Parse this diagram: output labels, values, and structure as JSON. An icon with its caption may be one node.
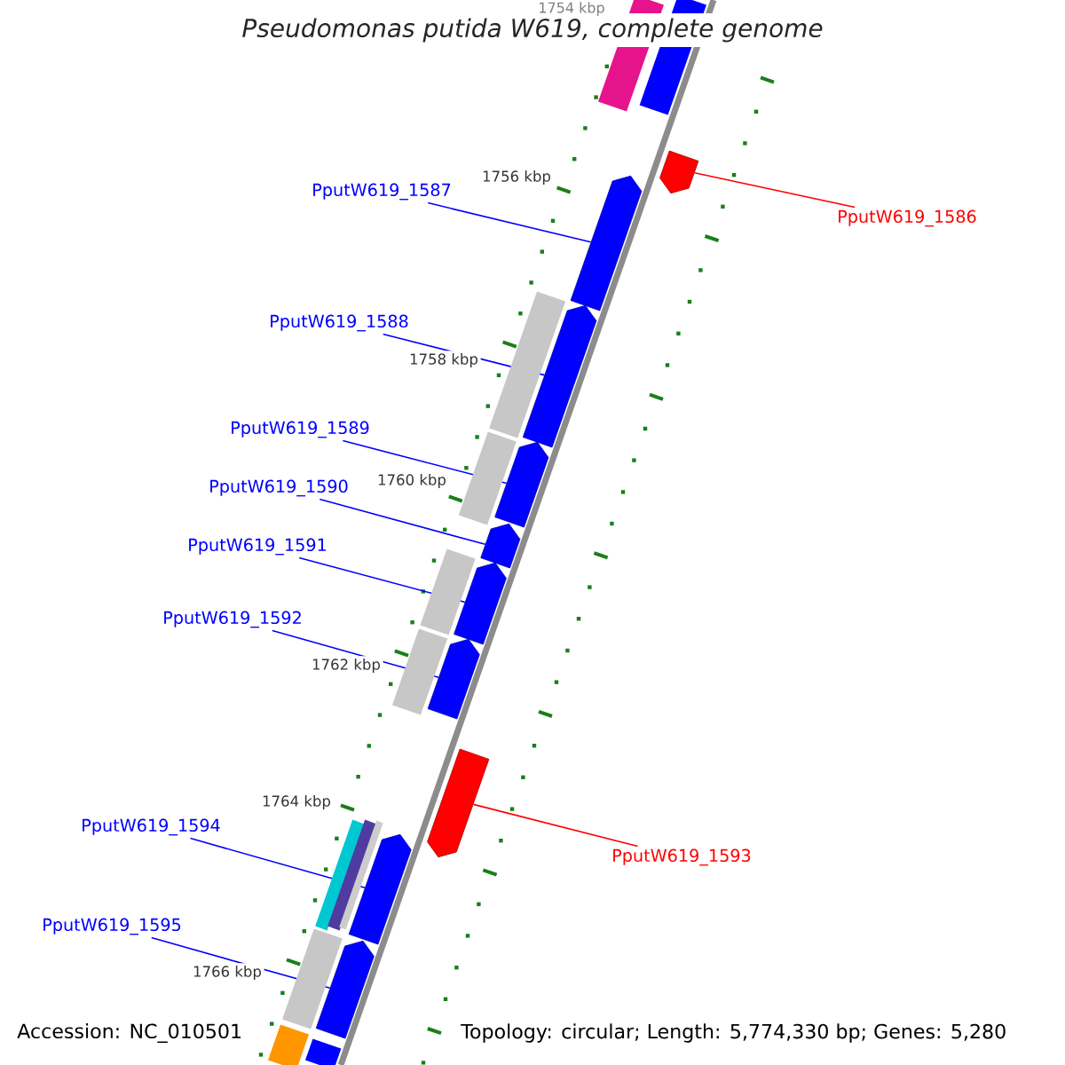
{
  "diagram": {
    "title": "Pseudomonas putida W619, complete genome",
    "nodes": [
      {
        "text": [
          "PputW619_1586"
        ]
      },
      {
        "text": [],
        "shape": "arrow"
      },
      {
        "text": [
          "PputW619_1587"
        ]
      },
      {
        "text": [],
        "shape": "arrow"
      },
      {
        "text": [
          "PputW619_1588"
        ]
      },
      {
        "text": [],
        "shape": "arrow"
      },
      {
        "text": [
          "PputW619_1589"
        ]
      },
      {
        "text": [],
        "shape": "arrow"
      },
      {
        "text": [
          "PputW619_1590"
        ]
      },
      {
        "text": [],
        "shape": "arrow"
      },
      {
        "text": [
          "PputW619_1591"
        ]
      },
      {
        "text": [],
        "shape": "arrow"
      },
      {
        "text": [
          "PputW619_1592"
        ]
      },
      {
        "text": [],
        "shape": "arrow"
      },
      {
        "text": [],
        "shape": "arrow"
      },
      {
        "text": [
          "PputW619_1593"
        ]
      },
      {
        "text": [
          "PputW619_1594"
        ]
      },
      {
        "text": [],
        "shape": "arrow"
      },
      {
        "text": [
          "PputW619_1595"
        ]
      },
      {
        "text": [],
        "shape": "arrow"
      }
    ],
    "edges": [
      {
        "from": 0,
        "to": 1,
        "arrow": "none",
        "color": "#ff0000"
      },
      {
        "from": 2,
        "to": 3,
        "arrow": "none"
      },
      {
        "from": 4,
        "to": 5,
        "arrow": "none"
      },
      {
        "from": 6,
        "to": 7,
        "arrow": "none"
      },
      {
        "from": 8,
        "to": 9,
        "arrow": "none"
      },
      {
        "from": 10,
        "to": 11,
        "arrow": "none"
      },
      {
        "from": 12,
        "to": 13,
        "arrow": "none"
      },
      {
        "from": 15,
        "to": 14,
        "arrow": "none",
        "color": "#ff0000"
      },
      {
        "from": 16,
        "to": 17,
        "arrow": "none"
      },
      {
        "from": 18,
        "to": 19,
        "arrow": "none"
      }
    ],
    "labels": [
      "1754 kbp",
      "1756 kbp",
      "1758 kbp",
      "1760 kbp",
      "1762 kbp",
      "1764 kbp",
      "1766 kbp",
      "Accession: NC_010501",
      "Topology: circular; Length: 5,774,330 bp; Genes: 5,280"
    ]
  }
}
